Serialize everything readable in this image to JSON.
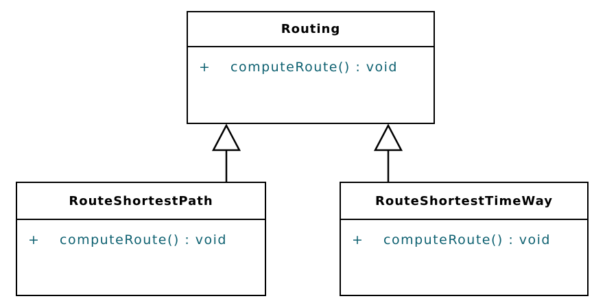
{
  "diagram": {
    "type": "uml-class-diagram",
    "colors": {
      "border": "#000000",
      "background": "#ffffff",
      "title_text": "#000000",
      "member_text": "#0d6070"
    },
    "classes": [
      {
        "name": "Routing",
        "members": [
          {
            "visibility": "+",
            "signature": "computeRoute() : void"
          }
        ]
      },
      {
        "name": "RouteShortestPath",
        "members": [
          {
            "visibility": "+",
            "signature": "computeRoute() : void"
          }
        ]
      },
      {
        "name": "RouteShortestTimeWay",
        "members": [
          {
            "visibility": "+",
            "signature": "computeRoute() : void"
          }
        ]
      }
    ],
    "relationships": [
      {
        "type": "generalization",
        "from": "RouteShortestPath",
        "to": "Routing"
      },
      {
        "type": "generalization",
        "from": "RouteShortestTimeWay",
        "to": "Routing"
      }
    ]
  }
}
